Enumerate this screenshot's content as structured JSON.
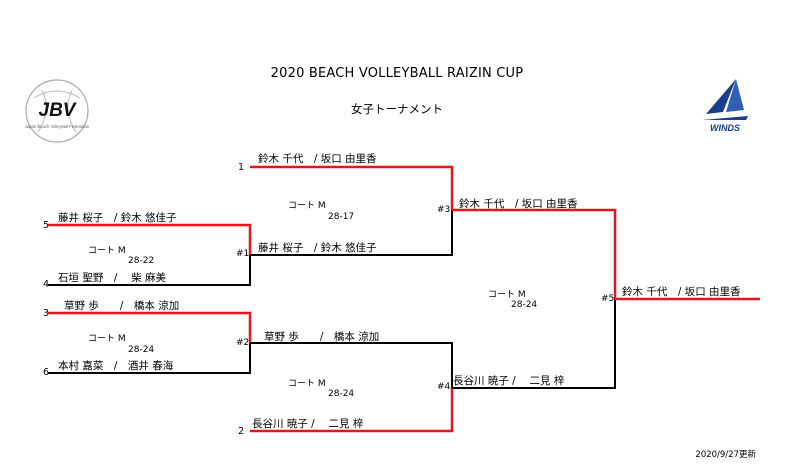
{
  "header": {
    "title": "2020 BEACH VOLLEYBALL RAIZIN CUP",
    "subtitle": "女子トーナメント"
  },
  "logos": {
    "left_text": "JBV",
    "left_ring_text": "Japan Beach Volleyball Federation",
    "right_text": "WINDS"
  },
  "seeds": {
    "s1": "1",
    "s5": "5",
    "s4": "4",
    "s3": "3",
    "s6": "6",
    "s2": "2"
  },
  "teams": {
    "s1": "鈴木 千代　/ 坂口 由里香",
    "s5": "藤井 桜子　/ 鈴木 悠佳子",
    "s4": "石垣 聖野　/　 柴 麻美",
    "s3": "草野 歩　　/　橋本 涼加",
    "s6": "本村 嘉菜　/　酒井 春海",
    "s2": "長谷川 暁子 /　 二見 梓"
  },
  "matches": {
    "m1": {
      "label": "#1",
      "winner": "藤井 桜子　/ 鈴木 悠佳子",
      "court": "コート M",
      "score": "28-22"
    },
    "m2": {
      "label": "#2",
      "winner": "草野 歩　　/　橋本 涼加",
      "court": "コート M",
      "score": "28-24"
    },
    "m3": {
      "label": "#3",
      "winner": "鈴木 千代　/ 坂口 由里香",
      "court": "コート M",
      "score": "28-17"
    },
    "m4": {
      "label": "#4",
      "winner": "長谷川 暁子 /　 二見 梓",
      "court": "コート M",
      "score": "28-24"
    },
    "m5": {
      "label": "#5",
      "winner": "鈴木 千代　/ 坂口 由里香",
      "court": "コート M",
      "score": "28-24"
    }
  },
  "footer": {
    "updated": "2020/9/27更新"
  },
  "colors": {
    "win_line": "#e8141b",
    "lose_line": "#000000",
    "logo_blue": "#1a3d8f"
  }
}
